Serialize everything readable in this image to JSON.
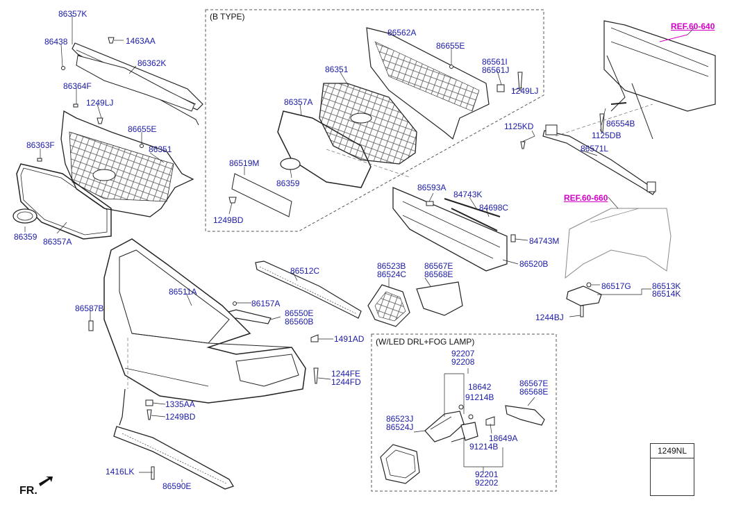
{
  "box_titles": {
    "b_type": "(B TYPE)",
    "led_drl": "(W/LED DRL+FOG LAMP)"
  },
  "refs": {
    "ref_640": "REF.60-640",
    "ref_660": "REF.60-660"
  },
  "direction": "FR.",
  "legend_box": {
    "code": "1249NL",
    "icon": "screw-icon"
  },
  "labels": [
    {
      "id": "l1",
      "text": "86357K"
    },
    {
      "id": "l2",
      "text": "86438"
    },
    {
      "id": "l3",
      "text": "1463AA"
    },
    {
      "id": "l4",
      "text": "86362K"
    },
    {
      "id": "l5",
      "text": "86364F"
    },
    {
      "id": "l6",
      "text": "1249LJ"
    },
    {
      "id": "l7",
      "text": "86655E"
    },
    {
      "id": "l8",
      "text": "86363F"
    },
    {
      "id": "l9",
      "text": "86351"
    },
    {
      "id": "l10",
      "text": "86359"
    },
    {
      "id": "l11",
      "text": "86357A"
    },
    {
      "id": "l12",
      "text": "86562A"
    },
    {
      "id": "l13",
      "text": "86655E"
    },
    {
      "id": "l14",
      "text": "86351"
    },
    {
      "id": "l15",
      "text": "86561I"
    },
    {
      "id": "l16",
      "text": "86561J"
    },
    {
      "id": "l17",
      "text": "1249LJ"
    },
    {
      "id": "l18",
      "text": "86357A"
    },
    {
      "id": "l19",
      "text": "86519M"
    },
    {
      "id": "l20",
      "text": "86359"
    },
    {
      "id": "l21",
      "text": "1249BD"
    },
    {
      "id": "l22",
      "text": "1125KD"
    },
    {
      "id": "l23",
      "text": "86554B"
    },
    {
      "id": "l24",
      "text": "1125DB"
    },
    {
      "id": "l25",
      "text": "86571L"
    },
    {
      "id": "l26",
      "text": "86593A"
    },
    {
      "id": "l27",
      "text": "84743K"
    },
    {
      "id": "l28",
      "text": "84698C"
    },
    {
      "id": "l29",
      "text": "84743M"
    },
    {
      "id": "l30",
      "text": "86520B"
    },
    {
      "id": "l31",
      "text": "86512C"
    },
    {
      "id": "l32",
      "text": "86523B"
    },
    {
      "id": "l33",
      "text": "86524C"
    },
    {
      "id": "l34",
      "text": "86567E"
    },
    {
      "id": "l35",
      "text": "86568E"
    },
    {
      "id": "l36",
      "text": "86511A"
    },
    {
      "id": "l37",
      "text": "86157A"
    },
    {
      "id": "l38",
      "text": "86550E"
    },
    {
      "id": "l39",
      "text": "86560B"
    },
    {
      "id": "l40",
      "text": "86587B"
    },
    {
      "id": "l41",
      "text": "1491AD"
    },
    {
      "id": "l42",
      "text": "1244FE"
    },
    {
      "id": "l43",
      "text": "1244FD"
    },
    {
      "id": "l44",
      "text": "1335AA"
    },
    {
      "id": "l45",
      "text": "1249BD"
    },
    {
      "id": "l46",
      "text": "1416LK"
    },
    {
      "id": "l47",
      "text": "86590E"
    },
    {
      "id": "l48",
      "text": "86517G"
    },
    {
      "id": "l49",
      "text": "86513K"
    },
    {
      "id": "l50",
      "text": "86514K"
    },
    {
      "id": "l51",
      "text": "1244BJ"
    },
    {
      "id": "l52",
      "text": "92207"
    },
    {
      "id": "l53",
      "text": "92208"
    },
    {
      "id": "l54",
      "text": "18642"
    },
    {
      "id": "l55",
      "text": "91214B"
    },
    {
      "id": "l56",
      "text": "86567E"
    },
    {
      "id": "l57",
      "text": "86568E"
    },
    {
      "id": "l58",
      "text": "86523J"
    },
    {
      "id": "l59",
      "text": "86524J"
    },
    {
      "id": "l60",
      "text": "18649A"
    },
    {
      "id": "l61",
      "text": "91214B"
    },
    {
      "id": "l62",
      "text": "92201"
    },
    {
      "id": "l63",
      "text": "92202"
    }
  ]
}
